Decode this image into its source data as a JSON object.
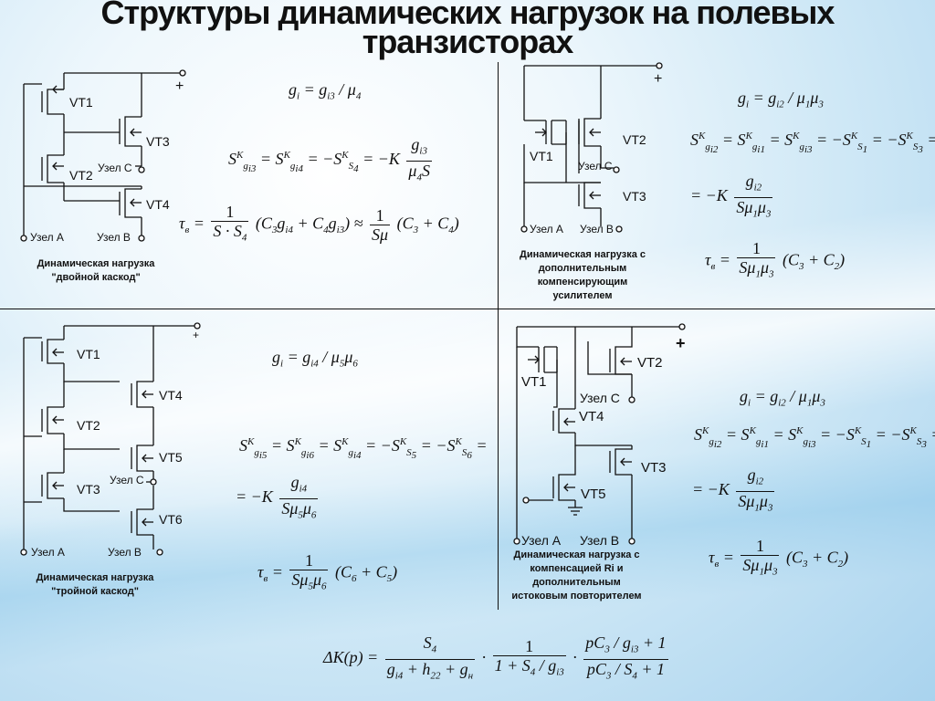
{
  "title": {
    "line1": "Структуры динамических нагрузок на полевых",
    "line2": "транзисторах"
  },
  "panels": {
    "p1": {
      "transistors": [
        "VT1",
        "VT3",
        "VT2",
        "VT4"
      ],
      "plus": "+",
      "node_c": "Узел C",
      "node_a": "Узел A",
      "node_b": "Узел B",
      "caption_line1": "Динамическая нагрузка",
      "caption_line2": "\"двойной каскод\""
    },
    "p2": {
      "transistors": [
        "VT2",
        "VT1",
        "VT3"
      ],
      "plus": "+",
      "node_c": "Узел C",
      "node_a": "Узел A",
      "node_b": "Узел B",
      "caption_line1": "Динамическая нагрузка с",
      "caption_line2": "дополнительным",
      "caption_line3": "компенсирующим",
      "caption_line4": "усилителем"
    },
    "p3": {
      "transistors": [
        "VT1",
        "VT4",
        "VT2",
        "VT5",
        "VT3",
        "VT6"
      ],
      "plus": "+",
      "node_c": "Узел C",
      "node_a": "Узел A",
      "node_b": "Узел B",
      "caption_line1": "Динамическая нагрузка",
      "caption_line2": "\"тройной каскод\""
    },
    "p4": {
      "transistors": [
        "VT2",
        "VT1",
        "VT4",
        "VT3",
        "VT5"
      ],
      "plus": "+",
      "node_c": "Узел C",
      "node_a": "Узел A",
      "node_b": "Узел B",
      "caption_line1": "Динамическая нагрузка с",
      "caption_line2": "компенсацией Ri и",
      "caption_line3": "дополнительным",
      "caption_line4": "истоковым повторителем"
    }
  },
  "formulas": {
    "bottom": "ΔK(p) = S4/(gi4 + h22 + gн) · 1/(1 + S4/gi3) · (pC3/gi3 + 1)/(pC3/S4 + 1)"
  }
}
